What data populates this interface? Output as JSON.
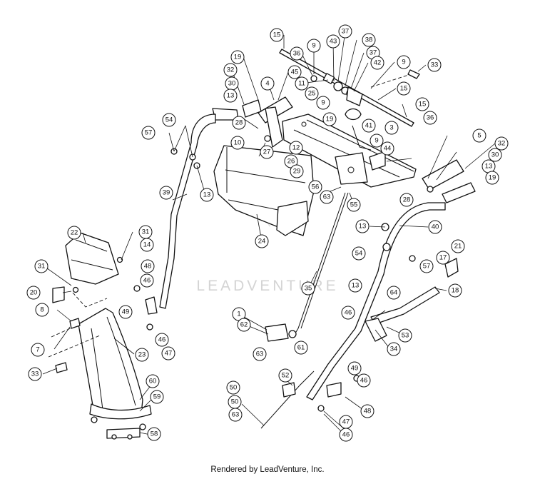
{
  "watermark": {
    "text": "LEADVENTURE"
  },
  "footer": {
    "text": "Rendered by LeadVenture, Inc."
  },
  "callouts": [
    {
      "id": "c15a",
      "label": "15"
    },
    {
      "id": "c9a",
      "label": "9"
    },
    {
      "id": "c43",
      "label": "43"
    },
    {
      "id": "c37a",
      "label": "37"
    },
    {
      "id": "c38",
      "label": "38"
    },
    {
      "id": "c36a",
      "label": "36"
    },
    {
      "id": "c37b",
      "label": "37"
    },
    {
      "id": "c42",
      "label": "42"
    },
    {
      "id": "c9b",
      "label": "9"
    },
    {
      "id": "c33a",
      "label": "33"
    },
    {
      "id": "c19a",
      "label": "19"
    },
    {
      "id": "c45",
      "label": "45"
    },
    {
      "id": "c32a",
      "label": "32"
    },
    {
      "id": "c11",
      "label": "11"
    },
    {
      "id": "c4",
      "label": "4"
    },
    {
      "id": "c15b",
      "label": "15"
    },
    {
      "id": "c30a",
      "label": "30"
    },
    {
      "id": "c25",
      "label": "25"
    },
    {
      "id": "c13a",
      "label": "13"
    },
    {
      "id": "c9c",
      "label": "9"
    },
    {
      "id": "c15c",
      "label": "15"
    },
    {
      "id": "c54a",
      "label": "54"
    },
    {
      "id": "c19b",
      "label": "19"
    },
    {
      "id": "c36b",
      "label": "36"
    },
    {
      "id": "c28a",
      "label": "28"
    },
    {
      "id": "c41",
      "label": "41"
    },
    {
      "id": "c3",
      "label": "3"
    },
    {
      "id": "c57a",
      "label": "57"
    },
    {
      "id": "c10",
      "label": "10"
    },
    {
      "id": "c5",
      "label": "5"
    },
    {
      "id": "c27",
      "label": "27"
    },
    {
      "id": "c12",
      "label": "12"
    },
    {
      "id": "c9d",
      "label": "9"
    },
    {
      "id": "c32b",
      "label": "32"
    },
    {
      "id": "c44",
      "label": "44"
    },
    {
      "id": "c26",
      "label": "26"
    },
    {
      "id": "c30b",
      "label": "30"
    },
    {
      "id": "c29",
      "label": "29"
    },
    {
      "id": "c13b",
      "label": "13"
    },
    {
      "id": "c19c",
      "label": "19"
    },
    {
      "id": "c56",
      "label": "56"
    },
    {
      "id": "c63a",
      "label": "63"
    },
    {
      "id": "c28b",
      "label": "28"
    },
    {
      "id": "c13c",
      "label": "13"
    },
    {
      "id": "c39",
      "label": "39"
    },
    {
      "id": "c55",
      "label": "55"
    },
    {
      "id": "c40",
      "label": "40"
    },
    {
      "id": "c13d",
      "label": "13"
    },
    {
      "id": "c22",
      "label": "22"
    },
    {
      "id": "c31a",
      "label": "31"
    },
    {
      "id": "c24",
      "label": "24"
    },
    {
      "id": "c14",
      "label": "14"
    },
    {
      "id": "c21",
      "label": "21"
    },
    {
      "id": "c54b",
      "label": "54"
    },
    {
      "id": "c17",
      "label": "17"
    },
    {
      "id": "c31b",
      "label": "31"
    },
    {
      "id": "c48a",
      "label": "48"
    },
    {
      "id": "c57b",
      "label": "57"
    },
    {
      "id": "c46a",
      "label": "46"
    },
    {
      "id": "c20",
      "label": "20"
    },
    {
      "id": "c35",
      "label": "35"
    },
    {
      "id": "c13e",
      "label": "13"
    },
    {
      "id": "c18",
      "label": "18"
    },
    {
      "id": "c8",
      "label": "8"
    },
    {
      "id": "c49a",
      "label": "49"
    },
    {
      "id": "c64",
      "label": "64"
    },
    {
      "id": "c46b",
      "label": "46"
    },
    {
      "id": "c1",
      "label": "1"
    },
    {
      "id": "c46c",
      "label": "46"
    },
    {
      "id": "c62",
      "label": "62"
    },
    {
      "id": "c53",
      "label": "53"
    },
    {
      "id": "c7",
      "label": "7"
    },
    {
      "id": "c47a",
      "label": "47"
    },
    {
      "id": "c61",
      "label": "61"
    },
    {
      "id": "c23",
      "label": "23"
    },
    {
      "id": "c63b",
      "label": "63"
    },
    {
      "id": "c34",
      "label": "34"
    },
    {
      "id": "c33b",
      "label": "33"
    },
    {
      "id": "c49b",
      "label": "49"
    },
    {
      "id": "c52",
      "label": "52"
    },
    {
      "id": "c60",
      "label": "60"
    },
    {
      "id": "c46d",
      "label": "46"
    },
    {
      "id": "c50a",
      "label": "50"
    },
    {
      "id": "c59",
      "label": "59"
    },
    {
      "id": "c50b",
      "label": "50"
    },
    {
      "id": "c48b",
      "label": "48"
    },
    {
      "id": "c63c",
      "label": "63"
    },
    {
      "id": "c47b",
      "label": "47"
    },
    {
      "id": "c58",
      "label": "58"
    },
    {
      "id": "c46e",
      "label": "46"
    }
  ]
}
